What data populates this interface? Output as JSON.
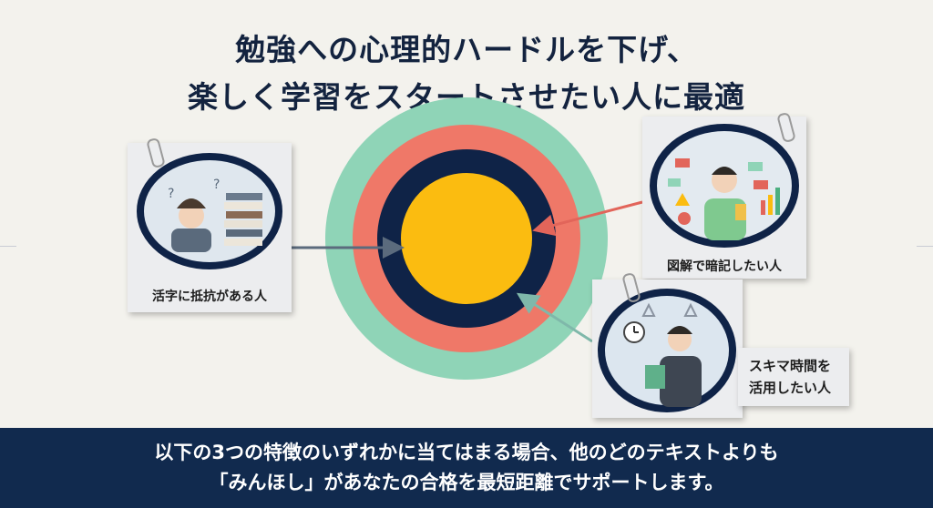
{
  "title": {
    "line1": "勉強への心理的ハードルを下げ、",
    "line2": "楽しく学習をスタートさせたい人に最適"
  },
  "cards": [
    {
      "label": "活字に抵抗がある人",
      "icon": "stressed-student-with-books"
    },
    {
      "label": "図解で暗記したい人",
      "icon": "student-with-diagrams"
    },
    {
      "label_line1": "スキマ時間を",
      "label_line2": "活用したい人",
      "icon": "commuter-reading-on-train"
    }
  ],
  "colors": {
    "outer_ring": "#8fd4b7",
    "middle_ring": "#ef7868",
    "inner_ring": "#0f2347",
    "core": "#fbbc10",
    "banner": "#112a4e"
  },
  "banner": {
    "line1": "以下の3つの特徴のいずれかに当てはまる場合、他のどのテキストよりも",
    "line2": "「みんほし」があなたの合格を最短距離でサポートします。"
  }
}
